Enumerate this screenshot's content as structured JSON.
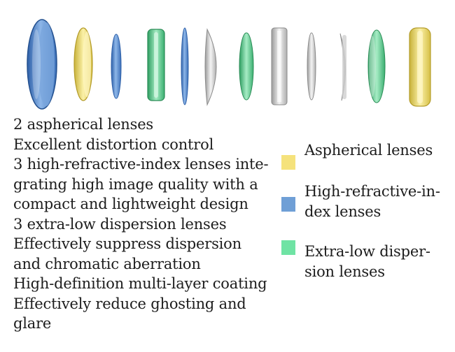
{
  "colors": {
    "aspherical": "#f5e27c",
    "high_refractive": "#6f9fd6",
    "extra_low_dispersion": "#6fe3a4",
    "clear_glass": "#d6d6d6",
    "text": "#1c1c1c"
  },
  "lens_illustration": {
    "lenses": [
      {
        "name": "blue-front-lens",
        "type": "high_refractive"
      },
      {
        "name": "yellow-lens-1",
        "type": "aspherical"
      },
      {
        "name": "blue-lens-2",
        "type": "high_refractive"
      },
      {
        "name": "green-lens-1",
        "type": "extra_low_dispersion"
      },
      {
        "name": "blue-lens-3",
        "type": "high_refractive"
      },
      {
        "name": "clear-lens-1",
        "type": "clear_glass"
      },
      {
        "name": "green-lens-2",
        "type": "extra_low_dispersion"
      },
      {
        "name": "clear-lens-2",
        "type": "clear_glass"
      },
      {
        "name": "clear-lens-3",
        "type": "clear_glass"
      },
      {
        "name": "clear-lens-4",
        "type": "clear_glass"
      },
      {
        "name": "green-lens-3",
        "type": "extra_low_dispersion"
      },
      {
        "name": "yellow-lens-2",
        "type": "aspherical"
      }
    ]
  },
  "features": {
    "lines": [
      "2 aspherical lenses",
      "Excellent distortion control",
      "3 high-refractive-index lenses inte-",
      "grating high image quality with a",
      "compact and lightweight design",
      "3 extra-low dispersion lenses",
      "Effectively suppress dispersion",
      "and chromatic aberration",
      "High-definition multi-layer coating",
      "Effectively reduce ghosting and",
      "glare"
    ]
  },
  "legend": {
    "items": [
      {
        "key": "aspherical",
        "lines": [
          "Aspherical lenses"
        ]
      },
      {
        "key": "high_refractive",
        "lines": [
          "High-refractive-in-",
          "dex lenses"
        ]
      },
      {
        "key": "extra_low_dispersion",
        "lines": [
          "Extra-low disper-",
          "sion lenses"
        ]
      }
    ]
  }
}
